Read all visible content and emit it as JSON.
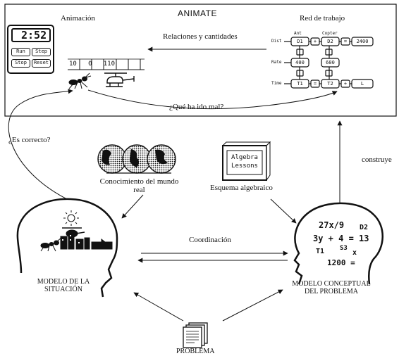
{
  "title": "ANIMATE",
  "top_box": {
    "left_label": "Animación",
    "right_label": "Red de trabajo",
    "arrow_top_label": "Relaciones y cantidades",
    "arrow_bottom_label": "¿Qué ha ido mal?",
    "calculator": {
      "display": "2:52",
      "buttons": [
        "Run",
        "Step",
        "Stop",
        "Reset"
      ]
    },
    "scale_ticks": "10   0   110",
    "network": {
      "column_headers": [
        "Ant",
        "Copter"
      ],
      "row_labels": [
        "Dist",
        "Rate",
        "Time"
      ],
      "dist_cells": [
        "D1",
        "+",
        "D2",
        "=",
        "2400"
      ],
      "rate_cells": [
        "400",
        "600"
      ],
      "time_cells": [
        "T1",
        "=",
        "T2",
        "+",
        "L"
      ]
    }
  },
  "left_arrow_label": "¿Es correcto?",
  "right_arrow_label": "construye",
  "knowledge": {
    "label_line1": "Conocimiento del mundo",
    "label_line2": "real"
  },
  "algebra": {
    "book_line1": "Algebra",
    "book_line2": "Lessons",
    "label": "Esquema algebraico"
  },
  "coordination_label": "Coordinación",
  "situation_model": {
    "label_line1": "MODELO DE LA",
    "label_line2": "SITUACIÓN"
  },
  "conceptual_model": {
    "label_line1": "MODELO CONCEPTUAL",
    "label_line2": "DEL PROBLEMA",
    "equations": [
      "27x/9",
      "D2",
      "3y + 4 = 13",
      "T1",
      "S3",
      "x",
      "1200 ="
    ]
  },
  "problem_label": "PROBLEMA"
}
